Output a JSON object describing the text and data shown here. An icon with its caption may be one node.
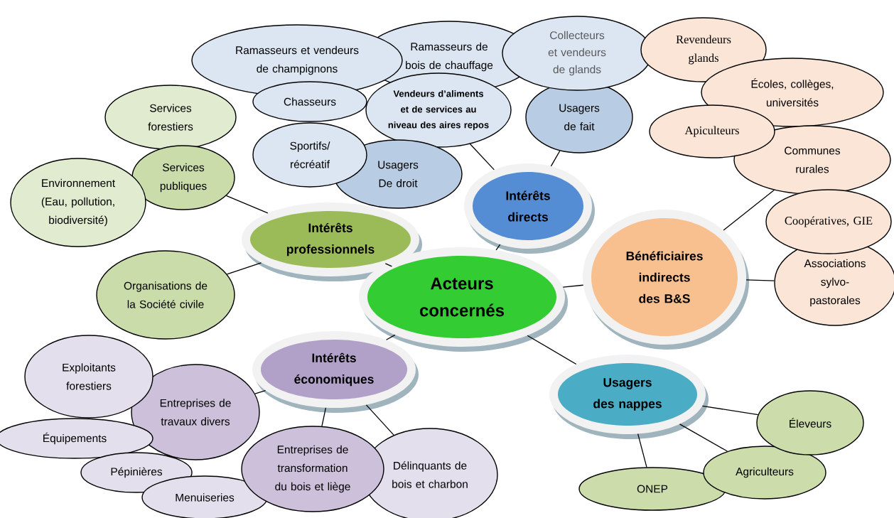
{
  "diagram": {
    "nodes": [
      {
        "text": [
          "Ramasseurs et vendeurs de champignons"
        ]
      },
      {
        "text": [
          "Ramasseurs de bois de chauffage"
        ]
      },
      {
        "text": [
          "Collecteurs et vendeurs de glands"
        ]
      },
      {
        "text": [
          "Revendeurs glands"
        ]
      },
      {
        "text": [
          "Services forestiers"
        ]
      },
      {
        "text": [
          "Chasseurs"
        ]
      },
      {
        "text": [
          "Vendeurs d’aliments et de services au niveau des aires repos"
        ]
      },
      {
        "text": [
          "Usagers de fait"
        ]
      },
      {
        "text": [
          "Écoles, collèges, universités"
        ]
      },
      {
        "text": [
          "Apiculteurs"
        ]
      },
      {
        "text": [
          "Sportifs/ récréatif"
        ]
      },
      {
        "text": [
          "Usagers De droit"
        ]
      },
      {
        "text": [
          "Services publiques"
        ]
      },
      {
        "text": [
          "Communes rurales"
        ]
      },
      {
        "text": [
          "Environnement (Eau, pollution, biodiversité)"
        ]
      },
      {
        "text": [
          "Intérêts directs"
        ]
      },
      {
        "text": [
          "Intérêts professionnels"
        ]
      },
      {
        "text": [
          "Coopératives, GIE"
        ]
      },
      {
        "text": [
          "Bénéficiaires indirects des B&S"
        ]
      },
      {
        "text": [
          "Associations sylvo-pastorales"
        ]
      },
      {
        "text": [
          "Organisations de la Société civile"
        ]
      },
      {
        "text": [
          "Acteurs concernés"
        ]
      },
      {
        "text": [
          "Intérêts économiques"
        ]
      },
      {
        "text": [
          "Exploitants forestiers"
        ]
      },
      {
        "text": [
          "Usagers des nappes"
        ]
      },
      {
        "text": [
          "Entreprises de travaux divers"
        ]
      },
      {
        "text": [
          "Éleveurs"
        ]
      },
      {
        "text": [
          "Équipements"
        ]
      },
      {
        "text": [
          "Entreprises de transformation du bois et liège"
        ]
      },
      {
        "text": [
          "Délinquants de bois et charbon"
        ]
      },
      {
        "text": [
          "Pépinières"
        ]
      },
      {
        "text": [
          "Agriculteurs"
        ]
      },
      {
        "text": [
          "Menuiseries"
        ]
      },
      {
        "text": [
          "ONEP"
        ]
      }
    ],
    "edges": [
      {
        "from": 21,
        "to": 16,
        "arrow": "none"
      },
      {
        "from": 21,
        "to": 15,
        "arrow": "none"
      },
      {
        "from": 21,
        "to": 18,
        "arrow": "none"
      },
      {
        "from": 21,
        "to": 24,
        "arrow": "none"
      },
      {
        "from": 21,
        "to": 22,
        "arrow": "none"
      },
      {
        "from": 16,
        "to": 12,
        "arrow": "none"
      },
      {
        "from": 16,
        "to": 20,
        "arrow": "none"
      },
      {
        "from": 15,
        "to": 6,
        "arrow": "none"
      },
      {
        "from": 15,
        "to": 7,
        "arrow": "none"
      },
      {
        "from": 18,
        "to": 13,
        "arrow": "none"
      },
      {
        "from": 18,
        "to": 19,
        "arrow": "none"
      },
      {
        "from": 24,
        "to": 26,
        "arrow": "none"
      },
      {
        "from": 24,
        "to": 31,
        "arrow": "none"
      },
      {
        "from": 24,
        "to": 33,
        "arrow": "none"
      },
      {
        "from": 22,
        "to": 25,
        "arrow": "none"
      },
      {
        "from": 22,
        "to": 28,
        "arrow": "none"
      },
      {
        "from": 22,
        "to": 29,
        "arrow": "none"
      }
    ]
  }
}
